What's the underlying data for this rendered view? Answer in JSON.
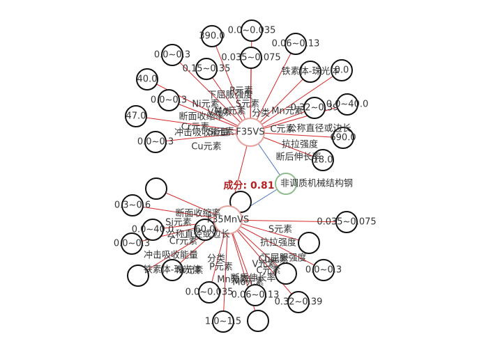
{
  "colors": {
    "red_edge": "#d62728",
    "blue_edge": "#4a72c4",
    "hub_border": "#e8a09a",
    "category_border": "#8fbc8f",
    "leaf_border": "#111111",
    "score_text": "#b22222"
  },
  "hubs": {
    "top": {
      "label": "F35VS"
    },
    "bottom": {
      "label": "F35MnVS"
    }
  },
  "category": {
    "label": "非调质机械结构钢"
  },
  "similarity": {
    "label": "成分: 0.81"
  },
  "top_leaves": [
    "390.0",
    "0.0~0.035",
    "0.06~0.13",
    "0.0~0.3",
    "0.15~0.35",
    "0.035~0.075",
    "铁素体-珠光体",
    "0.0",
    "40.0",
    "0.0~0.3",
    "0.32~0.39",
    "0.0~40.0",
    "47.0",
    "690.0",
    "0.0~0.3",
    "18.0"
  ],
  "top_attributes": [
    "P元素",
    "下屈服强度",
    "S元素",
    "Ni元素",
    "Mo元素",
    "V元素",
    "断面收缩率",
    "分类",
    "Mn元素",
    "Cr元素",
    "C元素",
    "公称直径或边长",
    "冲击吸收能量",
    "Si元素",
    "Cu元素",
    "抗拉强度",
    "断后伸长率"
  ],
  "bottom_leaves": [
    "",
    "0.3~0.6",
    "0.0~40.0",
    "60.0",
    "0.0~0.3",
    "",
    "",
    "铁素体-珠光体",
    "0.0~0.035",
    "",
    "1.0~1.5",
    "0.06~0.13",
    "",
    "0.32~0.39",
    "0.0~0.3",
    "",
    "0.035~0.075"
  ],
  "bottom_attributes": [
    "断面收缩率",
    "Si元素",
    "公称直径或边长",
    "Cr元素",
    "冲击吸收能量",
    "分类",
    "Ni元素",
    "P元素",
    "Mn元素",
    "Mo元素",
    "Cu元素",
    "V元素",
    "断后伸长率",
    "C元素",
    "下屈服强度",
    "抗拉强度",
    "S元素"
  ]
}
